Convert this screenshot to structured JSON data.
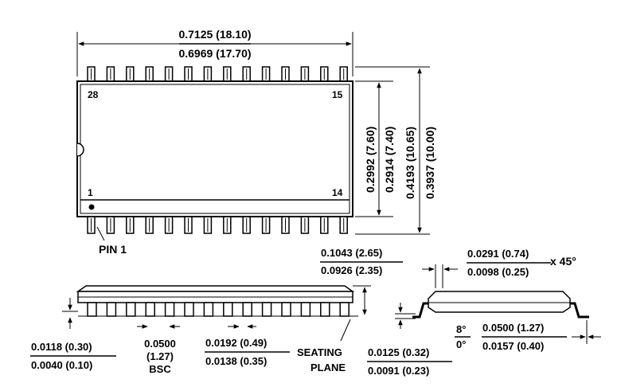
{
  "top_view": {
    "length_max": "0.7125 (18.10)",
    "length_min": "0.6969 (17.70)",
    "body_width_max": "0.2992 (7.60)",
    "body_width_min": "0.2914 (7.40)",
    "overall_width_max": "0.4193 (10.65)",
    "overall_width_min": "0.3937 (10.00)",
    "pin_label_tl": "28",
    "pin_label_tr": "15",
    "pin_label_bl": "1",
    "pin_label_br": "14",
    "pin1_callout": "PIN 1",
    "pins_per_side": 14
  },
  "side_view": {
    "height_max": "0.1043 (2.65)",
    "height_min": "0.0926 (2.35)",
    "standoff_max": "0.0118 (0.30)",
    "standoff_min": "0.0040 (0.10)",
    "pitch_value": "0.0500",
    "pitch_mm": "(1.27)",
    "pitch_note": "BSC",
    "lead_width_max": "0.0192 (0.49)",
    "lead_width_min": "0.0138 (0.35)",
    "seating_line1": "SEATING",
    "seating_line2": "PLANE"
  },
  "end_view": {
    "chamfer_max": "0.0291 (0.74)",
    "chamfer_min": "0.0098 (0.25)",
    "chamfer_angle": "x 45°",
    "lead_thickness_max": "0.0125 (0.32)",
    "lead_thickness_min": "0.0091 (0.23)",
    "angle_max": "8°",
    "angle_min": "0°",
    "foot_length_max": "0.0500 (1.27)",
    "foot_length_min": "0.0157 (0.40)"
  }
}
